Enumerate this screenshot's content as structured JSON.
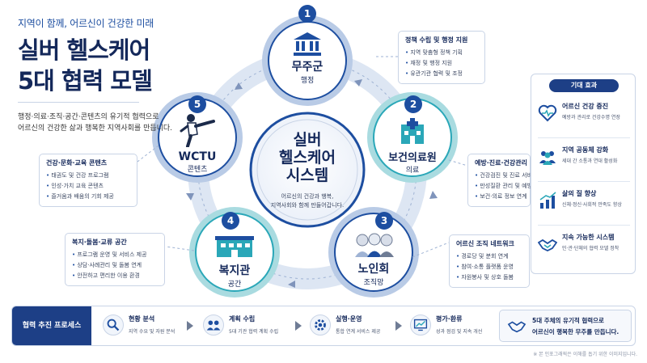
{
  "header": {
    "subtitle": "지역이 함께, 어르신이 건강한 미래",
    "title_line1": "실버 헬스케어",
    "title_line2": "5대 협력 모델",
    "desc_line1": "행정·의료·조직·공간·콘텐츠의 유기적 협력으로",
    "desc_line2": "어르신의 건강한 삶과 행복한 지역사회를 만듭니다."
  },
  "center": {
    "line1": "실버",
    "line2": "헬스케어",
    "line3": "시스템",
    "desc1": "어르신의 건강과 행복,",
    "desc2": "지역사회와 함께 만들어갑니다."
  },
  "nodes": [
    {
      "num": "1",
      "name": "무주군",
      "sub": "행정",
      "icon": "government-building-icon"
    },
    {
      "num": "2",
      "name": "보건의료원",
      "sub": "의료",
      "icon": "hospital-icon"
    },
    {
      "num": "3",
      "name": "노인회",
      "sub": "조직망",
      "icon": "elderly-group-icon"
    },
    {
      "num": "4",
      "name": "복지관",
      "sub": "공간",
      "icon": "welfare-center-icon"
    },
    {
      "num": "5",
      "name": "WCTU",
      "sub": "콘텐츠",
      "icon": "taekwondo-kick-icon"
    }
  ],
  "boxes": {
    "admin": {
      "title": "정책 수립 및 행정 지원",
      "items": [
        "지역 맞춤형 정책 기획",
        "재정 및 행정 지원",
        "유관기관 협력 및 조정"
      ]
    },
    "medical": {
      "title": "예방·진료·건강관리",
      "items": [
        "건강검진 및 진료 서비스",
        "만성질환 관리 및 예방",
        "보건·의료 정보 연계"
      ]
    },
    "org": {
      "title": "어르신 조직 네트워크",
      "items": [
        "경로당 및 분회 연계",
        "참여·소통 플랫폼 운영",
        "자원봉사 및 상호 돌봄"
      ]
    },
    "space": {
      "title": "복지·돌봄·교류 공간",
      "items": [
        "프로그램 운영 및 서비스 제공",
        "상담·사례관리 및 돌봄 연계",
        "안전하고 편리한 이용 환경"
      ]
    },
    "content": {
      "title": "건강·문화·교육 콘텐츠",
      "items": [
        "태권도 및 건강 프로그램",
        "인성·가치 교육 콘텐츠",
        "즐거움과 배움의 기회 제공"
      ]
    }
  },
  "expect": {
    "title": "기대 효과",
    "items": [
      {
        "title": "어르신 건강 증진",
        "sub": "예방과 관리로 건강수명 연장",
        "icon": "heart-pulse-icon"
      },
      {
        "title": "지역 공동체 강화",
        "sub": "세대 간 소통과 연대 활성화",
        "icon": "community-icon"
      },
      {
        "title": "삶의 질 향상",
        "sub": "신체·정신·사회적 만족도 향상",
        "icon": "growth-chart-icon"
      },
      {
        "title": "지속 가능한 시스템",
        "sub": "민·관·단체의 협력 모델 정착",
        "icon": "handshake-icon"
      }
    ]
  },
  "process": {
    "title": "협력 추진 프로세스",
    "steps": [
      {
        "title": "현황 분석",
        "sub": "지역 수요 및 자원 분석",
        "icon": "magnifier-icon"
      },
      {
        "title": "계획 수립",
        "sub": "5대 기관 협력 계획 수립",
        "icon": "team-plan-icon"
      },
      {
        "title": "실행·운영",
        "sub": "통합 연계 서비스 제공",
        "icon": "gear-icon"
      },
      {
        "title": "평가·환류",
        "sub": "성과 점검 및 지속 개선",
        "icon": "monitor-chart-icon"
      }
    ],
    "final_line1": "5대 주체의 유기적 협력으로",
    "final_line2": "어르신이 행복한 무주를 만듭니다."
  },
  "footnote": "※ 본 인포그래픽은 이해를 돕기 위한 이미지입니다.",
  "colors": {
    "navy": "#14285a",
    "blue": "#1d4ea0",
    "teal": "#2aa7b8",
    "ring": "#dbe5f3"
  }
}
